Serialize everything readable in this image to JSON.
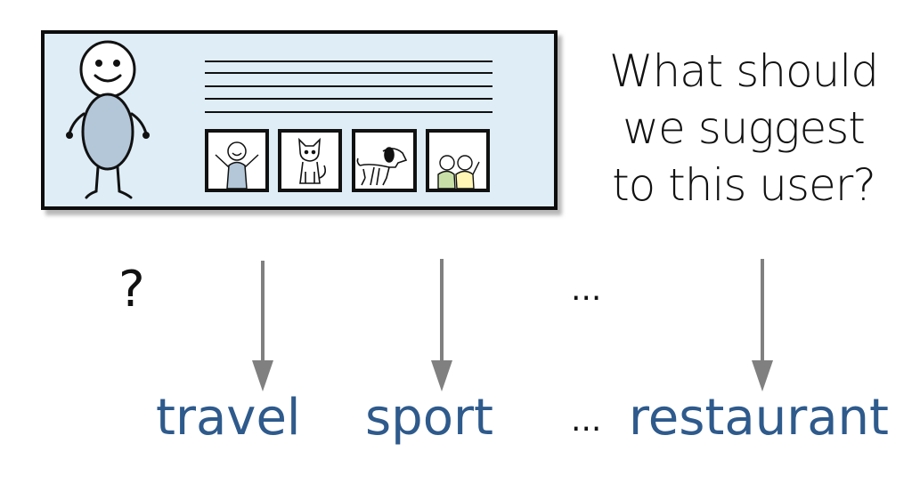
{
  "question": {
    "line1": "What should",
    "line2": "we suggest",
    "line3": "to this user?"
  },
  "unknown_mark": "?",
  "middle_ellipsis": "...",
  "categories": {
    "first": "travel",
    "second": "sport",
    "ellipsis": "...",
    "last": "restaurant"
  },
  "colors": {
    "card_background": "#dfedf6",
    "person_body": "#b3c7d9",
    "category_text": "#2e5a8c",
    "arrow": "#808080"
  },
  "profile_icons": [
    "happy-person-icon",
    "cat-icon",
    "dog-icon",
    "friends-icon"
  ]
}
